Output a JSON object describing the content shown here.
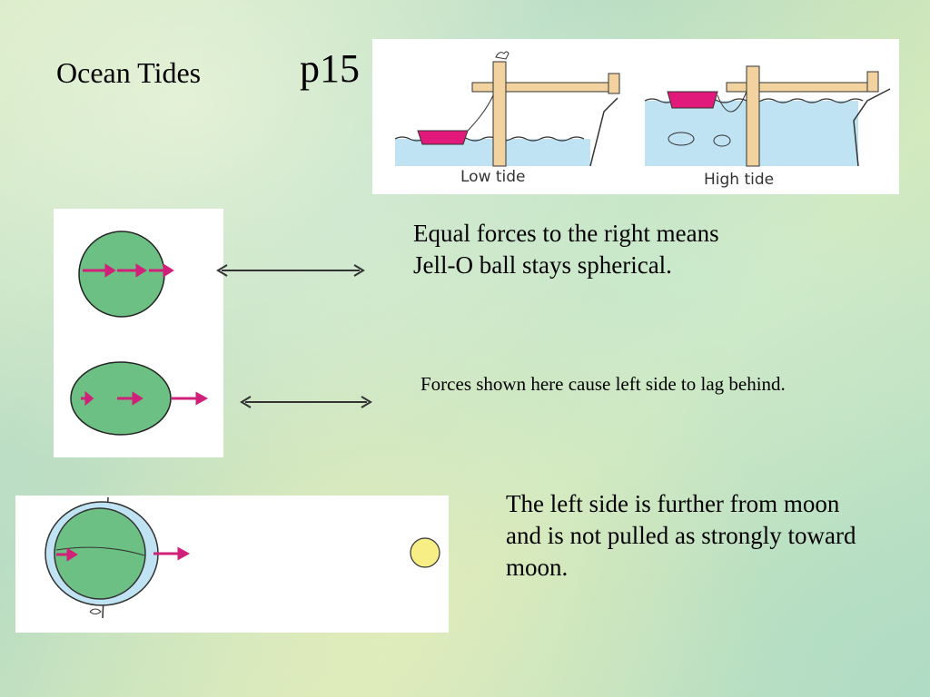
{
  "slide": {
    "title": "Ocean Tides",
    "page_ref": "p15",
    "tide_labels": {
      "low": "Low tide",
      "high": "High tide"
    },
    "text_equal": "Equal forces to the right means Jell-O ball stays spherical.",
    "text_lag": "Forces shown here cause left side to lag behind.",
    "text_moon": "The left side is further from moon and is not pulled as strongly toward moon."
  },
  "colors": {
    "water": "#bfe3f2",
    "boat": "#e0197a",
    "dock": "#f2d3a0",
    "ball": "#6cc083",
    "arrow": "#d0207a",
    "moon": "#f7ef86"
  }
}
